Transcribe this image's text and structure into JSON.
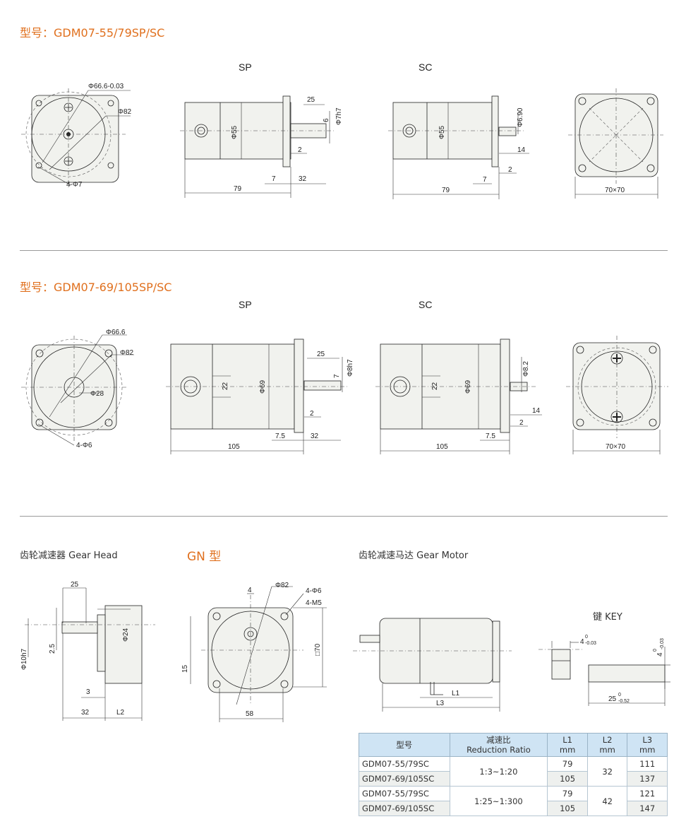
{
  "section1": {
    "title": "型号：GDM07-55/79SP/SC",
    "sp_label": "SP",
    "sc_label": "SC",
    "front": {
      "d1": "Φ66.6-0.03",
      "d2": "Φ82",
      "holes": "4-Φ7"
    },
    "sp": {
      "dia": "Φ55",
      "shaft_len": "25",
      "key": "6",
      "shaft_dia": "Φ7h7",
      "step": "2",
      "flange": "7",
      "ext": "32",
      "len": "79"
    },
    "sc": {
      "dia": "Φ55",
      "shaft_dia": "Φ6.90",
      "len14": "14",
      "step": "2",
      "flange": "7",
      "len": "79"
    },
    "rear": {
      "size": "70×70"
    }
  },
  "section2": {
    "title": "型号：GDM07-69/105SP/SC",
    "sp_label": "SP",
    "sc_label": "SC",
    "front": {
      "d1": "Φ66.6",
      "d2": "Φ82",
      "d3": "Φ28",
      "holes": "4-Φ6"
    },
    "sp": {
      "dia": "Φ69",
      "box": "22",
      "shaft_len": "25",
      "key": "7",
      "shaft_dia": "Φ8h7",
      "step": "2",
      "flange": "7.5",
      "ext": "32",
      "len": "105"
    },
    "sc": {
      "dia": "Φ69",
      "box": "22",
      "shaft_dia": "Φ8.2",
      "len14": "14",
      "step": "2",
      "flange": "7.5",
      "len": "105"
    },
    "rear": {
      "size": "70×70"
    }
  },
  "section3": {
    "gear_head_label": "齿轮减速器 Gear Head",
    "gn_label": "GN 型",
    "gear_motor_label": "齿轮减速马达 Gear Motor",
    "key_label": "键  KEY",
    "gear_head": {
      "len25": "25",
      "d24": "Φ24",
      "d10": "Φ10h7",
      "v25": "2.5",
      "v3": "3",
      "len32": "32",
      "l2": "L2"
    },
    "gn": {
      "d82": "Φ82",
      "v4": "4",
      "holes": "4-Φ6",
      "m5": "4-M5",
      "sq70": "□70",
      "v15": "15",
      "w58": "58"
    },
    "motor": {
      "l1": "L1",
      "l3": "L3"
    },
    "key": {
      "w": "4",
      "w_tol": "-0.03",
      "h": "4",
      "h_tol": "-0.03",
      "len": "25",
      "len_tol": "-0.52",
      "zero": "0"
    }
  },
  "spec_table": {
    "headers": [
      "型号",
      "减速比\nReduction Ratio",
      "L1\nmm",
      "L2\nmm",
      "L3\nmm"
    ],
    "header_lines": [
      [
        "型号"
      ],
      [
        "减速比",
        "Reduction Ratio"
      ],
      [
        "L1",
        "mm"
      ],
      [
        "L2",
        "mm"
      ],
      [
        "L3",
        "mm"
      ]
    ],
    "rows": [
      {
        "model": "GDM07-55/79SC",
        "ratio": "1:3~1:20",
        "l1": "79",
        "l2": "32",
        "l3": "111"
      },
      {
        "model": "GDM07-69/105SC",
        "ratio": "1:3~1:20",
        "l1": "105",
        "l2": "32",
        "l3": "137"
      },
      {
        "model": "GDM07-55/79SC",
        "ratio": "1:25~1:300",
        "l1": "79",
        "l2": "42",
        "l3": "121"
      },
      {
        "model": "GDM07-69/105SC",
        "ratio": "1:25~1:300",
        "l1": "105",
        "l2": "42",
        "l3": "147"
      }
    ]
  }
}
